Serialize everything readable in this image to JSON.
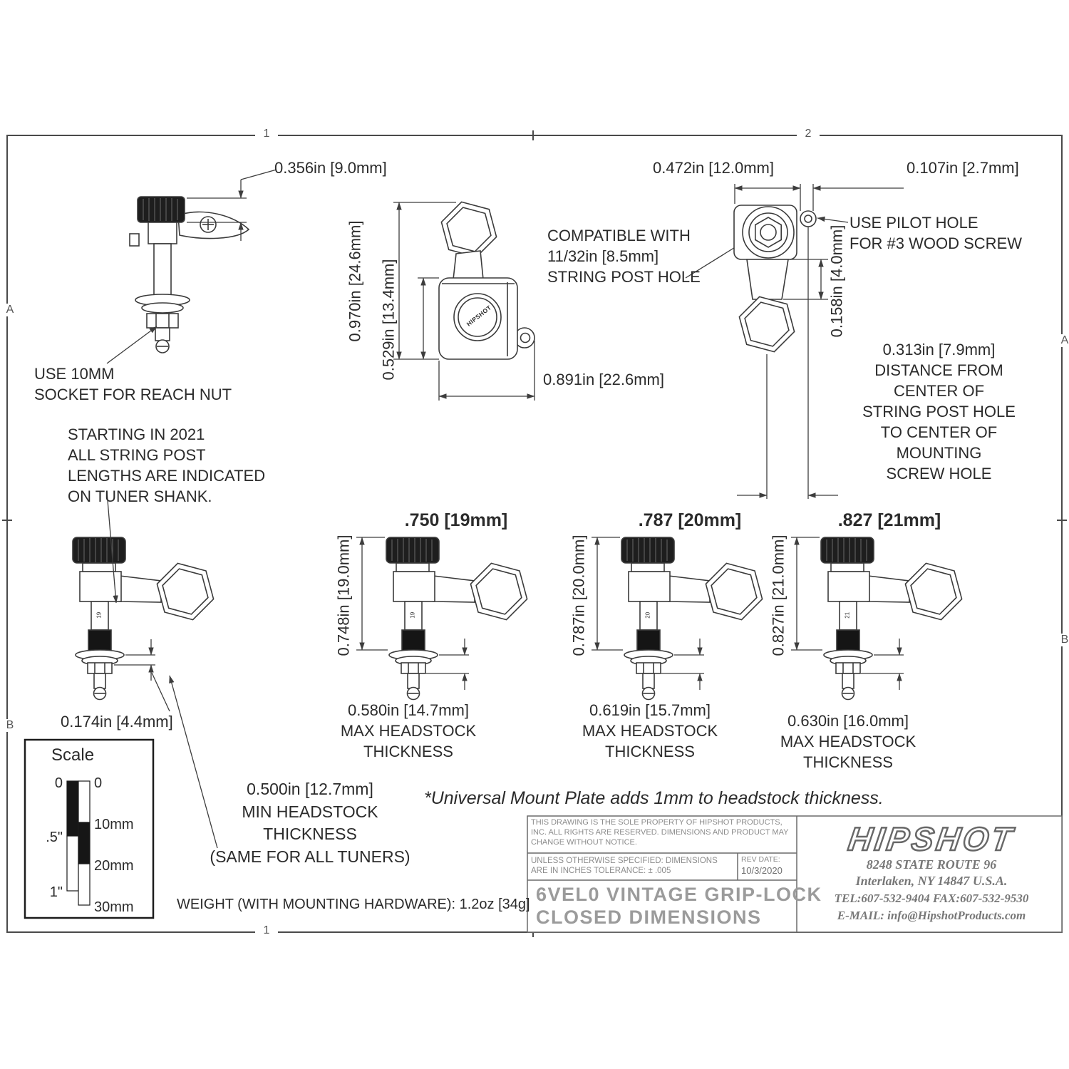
{
  "frame": {
    "zones": {
      "top1": "1",
      "top2": "2",
      "bottom1": "1",
      "leftA": "A",
      "leftB": "B",
      "rightA": "A",
      "rightB": "B"
    }
  },
  "top_left_view": {
    "knob_height_dim": "0.356in [9.0mm]",
    "socket_note": "USE 10MM\nSOCKET FOR REACH NUT"
  },
  "side_view": {
    "height_dim": "0.970in [24.6mm]",
    "body_dim": "0.529in [13.4mm]",
    "width_dim": "0.891in [22.6mm]",
    "post_hole_note": "COMPATIBLE WITH\n11/32in [8.5mm]\nSTRING POST HOLE",
    "stamp": "HIPSHOT"
  },
  "back_view": {
    "width_dim": "0.472in [12.0mm]",
    "pilot_offset_dim": "0.107in [2.7mm]",
    "pilot_note": "USE PILOT HOLE\nFOR #3 WOOD SCREW",
    "ear_dim": "0.158in [4.0mm]",
    "screw_distance_note": "0.313in [7.9mm]\nDISTANCE FROM\nCENTER OF\nSTRING POST HOLE\nTO CENTER OF\nMOUNTING\nSCREW HOLE"
  },
  "notes": {
    "post_length_note": "STARTING IN 2021\nALL STRING POST\nLENGTHS ARE INDICATED\nON TUNER SHANK.",
    "min_headstock_note": "0.500in [12.7mm]\nMIN HEADSTOCK\nTHICKNESS\n(SAME FOR ALL TUNERS)",
    "universal_mount_note": "*Universal Mount Plate adds 1mm to headstock thickness.",
    "weight_note": "WEIGHT (WITH MOUNTING HARDWARE): 1.2oz [34g]"
  },
  "reference_tuner": {
    "washer_dim": "0.174in [4.4mm]",
    "shank_mark": "19"
  },
  "variants": [
    {
      "header": ".750 [19mm]",
      "post_dim": "0.748in [19.0mm]",
      "max_headstock": "0.580in [14.7mm]\nMAX HEADSTOCK\nTHICKNESS",
      "shank_mark": "19"
    },
    {
      "header": ".787 [20mm]",
      "post_dim": "0.787in [20.0mm]",
      "max_headstock": "0.619in [15.7mm]\nMAX HEADSTOCK\nTHICKNESS",
      "shank_mark": "20"
    },
    {
      "header": ".827 [21mm]",
      "post_dim": "0.827in [21.0mm]",
      "max_headstock": "0.630in [16.0mm]\nMAX HEADSTOCK\nTHICKNESS",
      "shank_mark": "21"
    }
  ],
  "scale_box": {
    "title": "Scale",
    "labels": {
      "in0": "0",
      "mm0": "0",
      "half_in": ".5\"",
      "mm10": "10mm",
      "mm20": "20mm",
      "in1": "1\"",
      "mm30": "30mm"
    }
  },
  "title_block": {
    "legal": "THIS DRAWING IS THE SOLE PROPERTY OF HIPSHOT PRODUCTS, INC. ALL RIGHTS ARE RESERVED. DIMENSIONS AND PRODUCT MAY CHANGE WITHOUT NOTICE.",
    "tolerance": "UNLESS OTHERWISE SPECIFIED: DIMENSIONS ARE IN INCHES TOLERANCE: ± .005",
    "rev_date_label": "REV DATE:",
    "rev_date": "10/3/2020",
    "title": "6VEL0 VINTAGE GRIP-LOCK\nCLOSED DIMENSIONS",
    "logo": "HIPSHOT",
    "address1": "8248 STATE ROUTE 96",
    "address2": "Interlaken, NY 14847 U.S.A.",
    "phone": "TEL:607-532-9404 FAX:607-532-9530",
    "email": "E-MAIL: info@HipshotProducts.com"
  }
}
